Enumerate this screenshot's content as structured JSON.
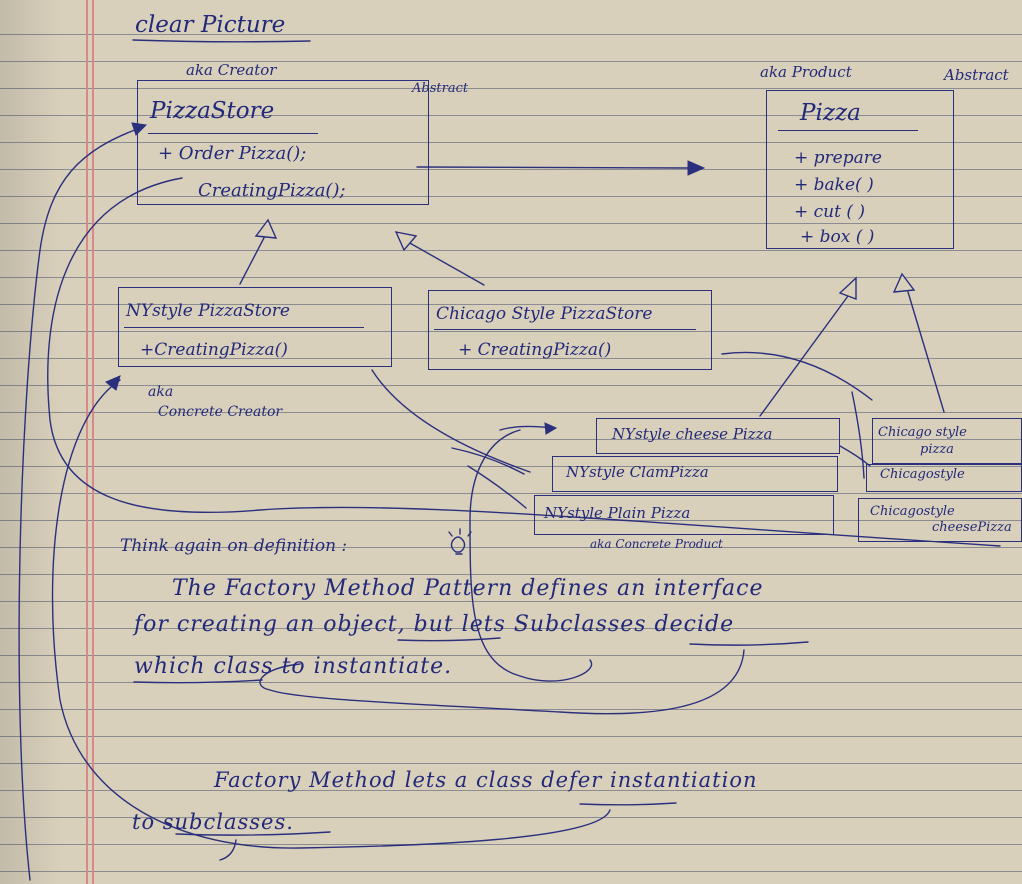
{
  "title": "clear Picture",
  "creator": {
    "aka": "aka Creator",
    "abstract": "Abstract",
    "name": "PizzaStore",
    "methods": [
      "+ Order Pizza();",
      "CreatingPizza();"
    ]
  },
  "product": {
    "aka": "aka Product",
    "abstract": "Abstract",
    "name": "Pizza",
    "methods": [
      "+ prepare",
      "+ bake( )",
      "+ cut ( )",
      "+ box ( )"
    ]
  },
  "concrete_creators": [
    {
      "name": "NYstyle PizzaStore",
      "method": "+CreatingPizza()"
    },
    {
      "name": "Chicago Style PizzaStore",
      "method": "+ CreatingPizza()"
    }
  ],
  "concrete_creator_aka": [
    "aka",
    "Concrete Creator"
  ],
  "ny_products": [
    "NYstyle cheese Pizza",
    "NYstyle ClamPizza",
    "NYstyle Plain Pizza"
  ],
  "chicago_products": [
    [
      "Chicago style",
      "pizza"
    ],
    [
      "Chicagostyle"
    ],
    [
      "Chicagostyle",
      "cheesePizza"
    ]
  ],
  "concrete_product_aka": "aka Concrete Product",
  "think_note": "Think again on definition :",
  "definition": [
    "The Factory Method Pattern defines an interface",
    "for creating an object, but lets Subclasses decide",
    "which class to instantiate."
  ],
  "summary": [
    "Factory Method lets a class defer instantiation",
    "to subclasses."
  ]
}
